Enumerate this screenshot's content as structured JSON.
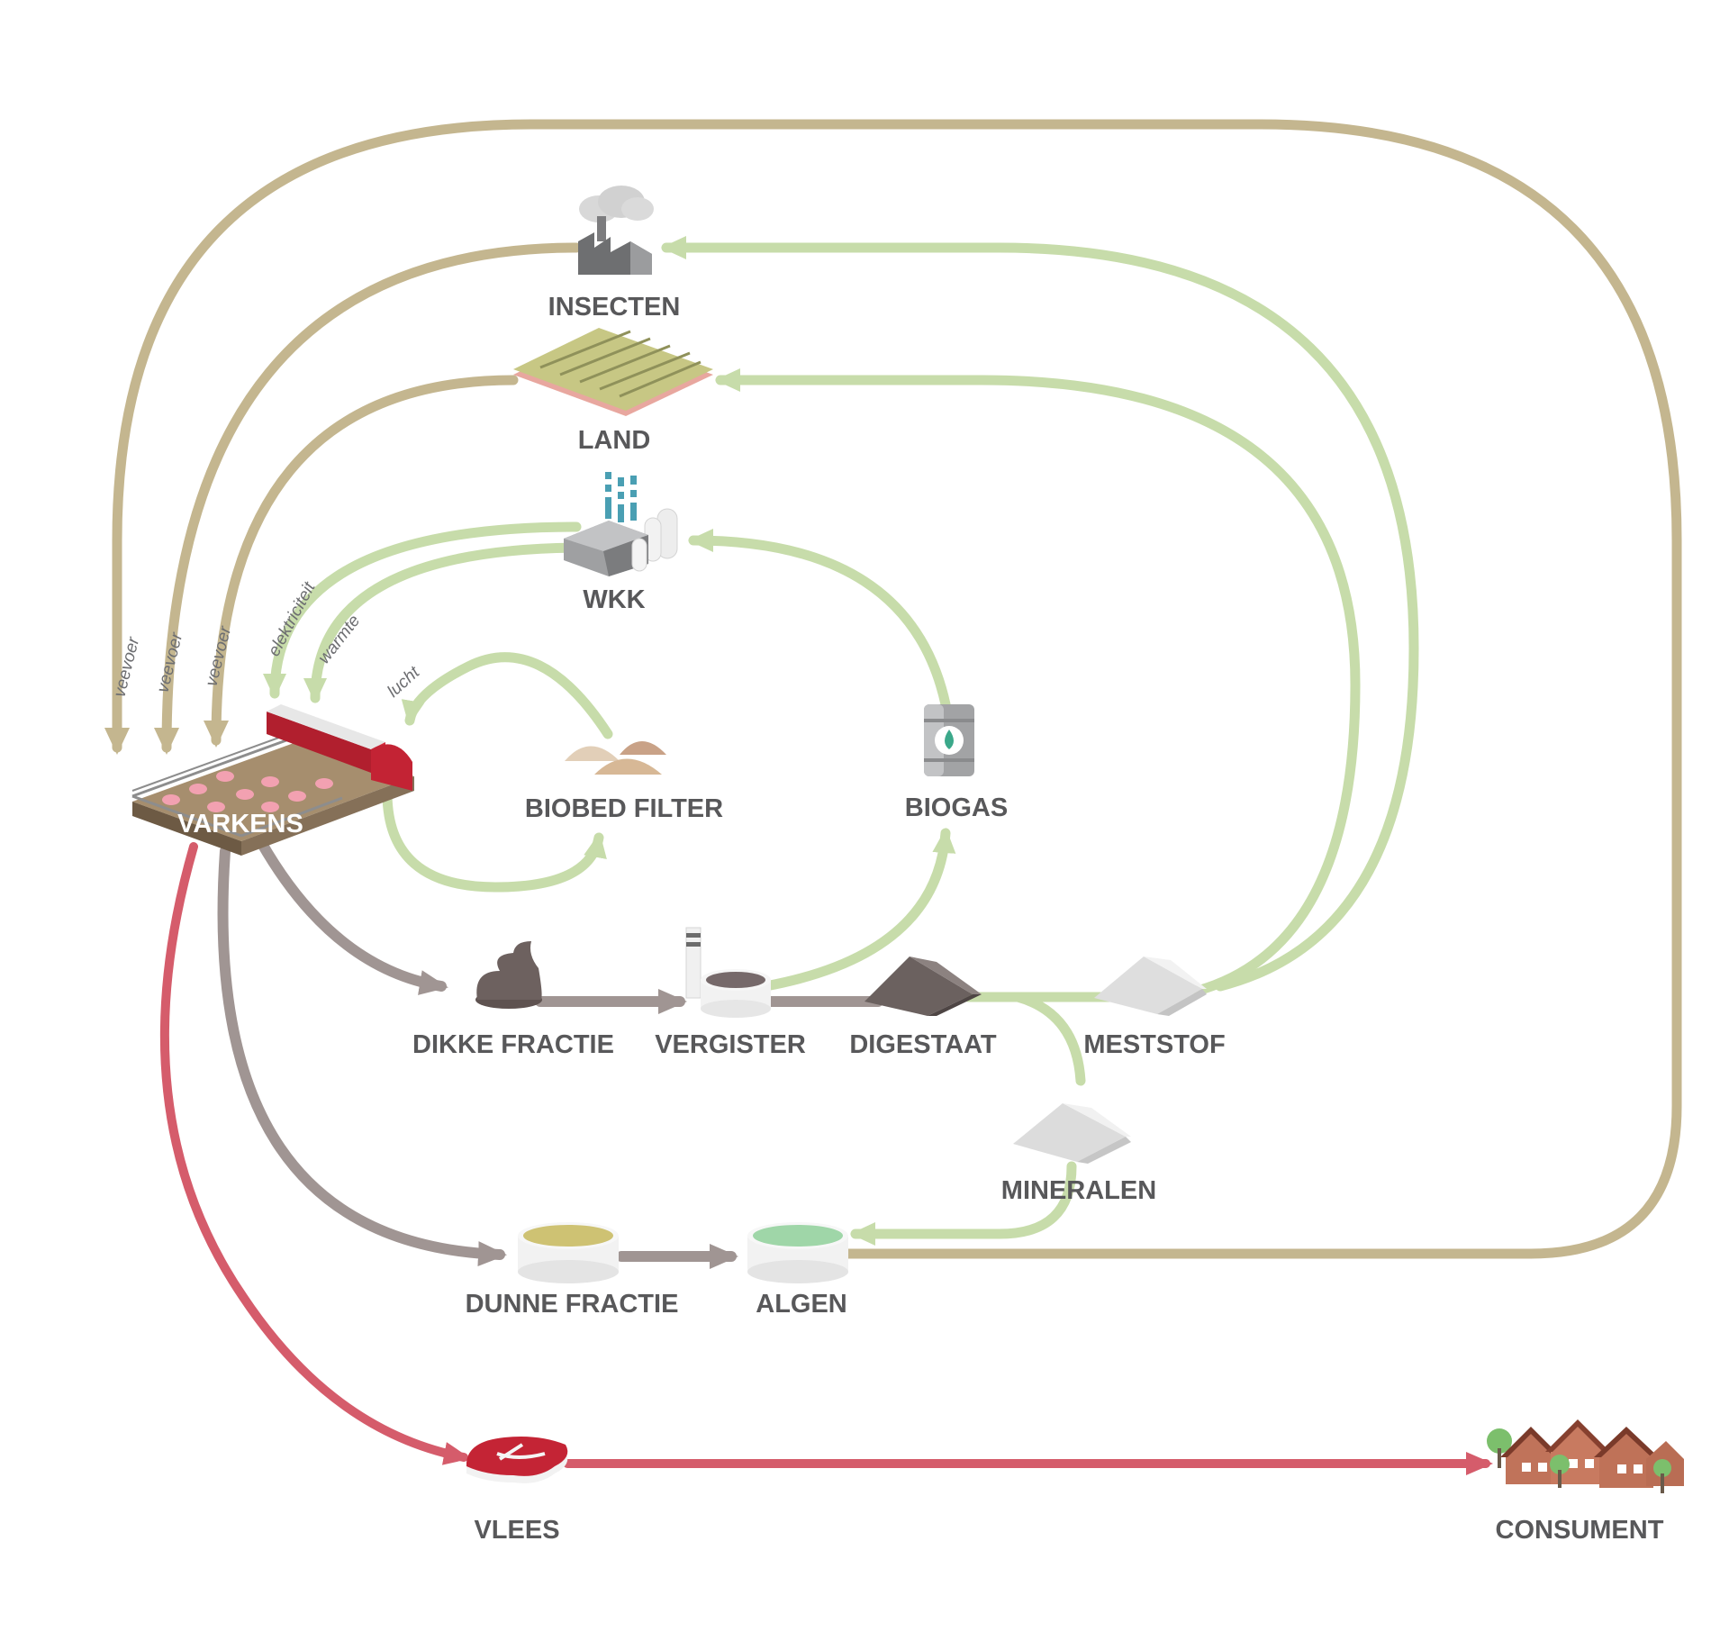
{
  "colors": {
    "feed": "#c4b68f",
    "green": "#c7dcaa",
    "manure": "#a09593",
    "meat": "#d55c6b",
    "label": "#58585a",
    "flow_label": "#6d6e71"
  },
  "nodes": {
    "insecten": "INSECTEN",
    "land": "LAND",
    "wkk": "WKK",
    "varkens": "VARKENS",
    "biobed_filter": "BIOBED FILTER",
    "biogas": "BIOGAS",
    "dikke_fractie": "DIKKE FRACTIE",
    "vergister": "VERGISTER",
    "digestaat": "DIGESTAAT",
    "meststof": "MESTSTOF",
    "mineralen": "MINERALEN",
    "dunne_fractie": "DUNNE FRACTIE",
    "algen": "ALGEN",
    "vlees": "VLEES",
    "consument": "CONSUMENT"
  },
  "flow_labels": {
    "veevoer_1": "veevoer",
    "veevoer_2": "veevoer",
    "veevoer_3": "veevoer",
    "elektriciteit": "elektriciteit",
    "warmte": "warmte",
    "lucht": "lucht"
  },
  "icons": [
    "factory-icon",
    "field-icon",
    "power-plant-icon",
    "pig-barn-icon",
    "compost-pile-icon",
    "gas-barrel-icon",
    "manure-icon",
    "digester-icon",
    "digestate-pile-icon",
    "fertilizer-pile-icon",
    "minerals-pile-icon",
    "thin-fraction-basin-icon",
    "algae-basin-icon",
    "steak-icon",
    "houses-icon"
  ]
}
